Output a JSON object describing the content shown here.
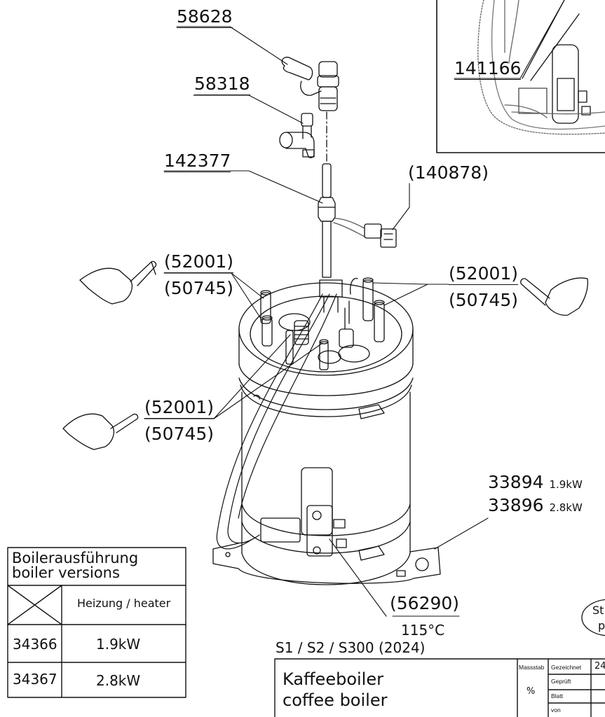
{
  "part_labels": {
    "p58628": "58628",
    "p58318": "58318",
    "p142377": "142377",
    "p140878": "(140878)",
    "p141166": "141166",
    "p52001_a": "(52001)",
    "p50745_a": "(50745)",
    "p52001_b": "(52001)",
    "p50745_b": "(50745)",
    "p52001_c": "(52001)",
    "p50745_c": "(50745)",
    "p33894": "33894",
    "p33894_power": "1.9kW",
    "p33896": "33896",
    "p33896_power": "2.8kW",
    "p56290": "(56290)",
    "temp_115": "115°C"
  },
  "versions_table": {
    "title_de": "Boilerausführung",
    "title_en": "boiler versions",
    "header_heater": "Heizung / heater",
    "rows": [
      {
        "part": "34366",
        "power": "1.9kW"
      },
      {
        "part": "34367",
        "power": "2.8kW"
      }
    ]
  },
  "title_block": {
    "models": "S1 / S2 / S300 (2024)",
    "name_de": "Kaffeeboiler",
    "name_en": "coffee boiler",
    "massstab_label": "Massstab",
    "massstab_value": "%",
    "gezeichnet_label": "Gezeichnet",
    "gezeichnet_value": "24",
    "geprueft_label": "Geprüft",
    "blatt_label": "Blatt",
    "von_label": "von"
  },
  "stamp_partial": {
    "line1": "St",
    "line2": "p"
  }
}
